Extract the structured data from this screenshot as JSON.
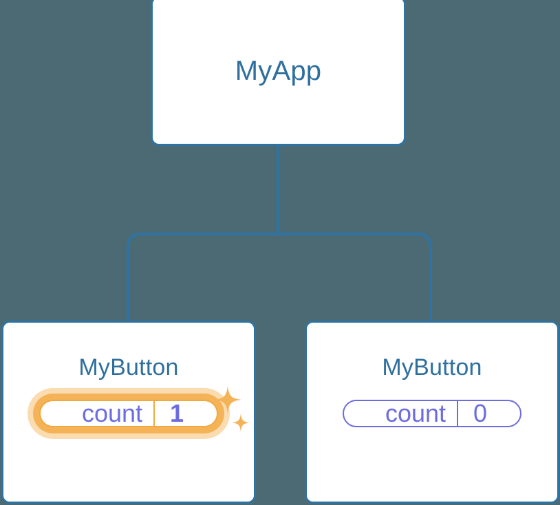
{
  "diagram": {
    "type": "component-tree",
    "background_color": "#4c6a73",
    "connector_color": "#2f73a3",
    "node_border_color": "#2f73a3",
    "node_text_color": "#2e6f9e",
    "pill_color": "#6c6ce0",
    "highlight_color": "#f0a93f",
    "glow_color": "#fbdcb0"
  },
  "root": {
    "title": "MyApp"
  },
  "children": [
    {
      "title": "MyButton",
      "state_key": "count",
      "state_value": "1",
      "highlighted": true,
      "sparkle_icons": [
        "sparkle-large",
        "sparkle-small"
      ]
    },
    {
      "title": "MyButton",
      "state_key": "count",
      "state_value": "0",
      "highlighted": false,
      "sparkle_icons": []
    }
  ]
}
